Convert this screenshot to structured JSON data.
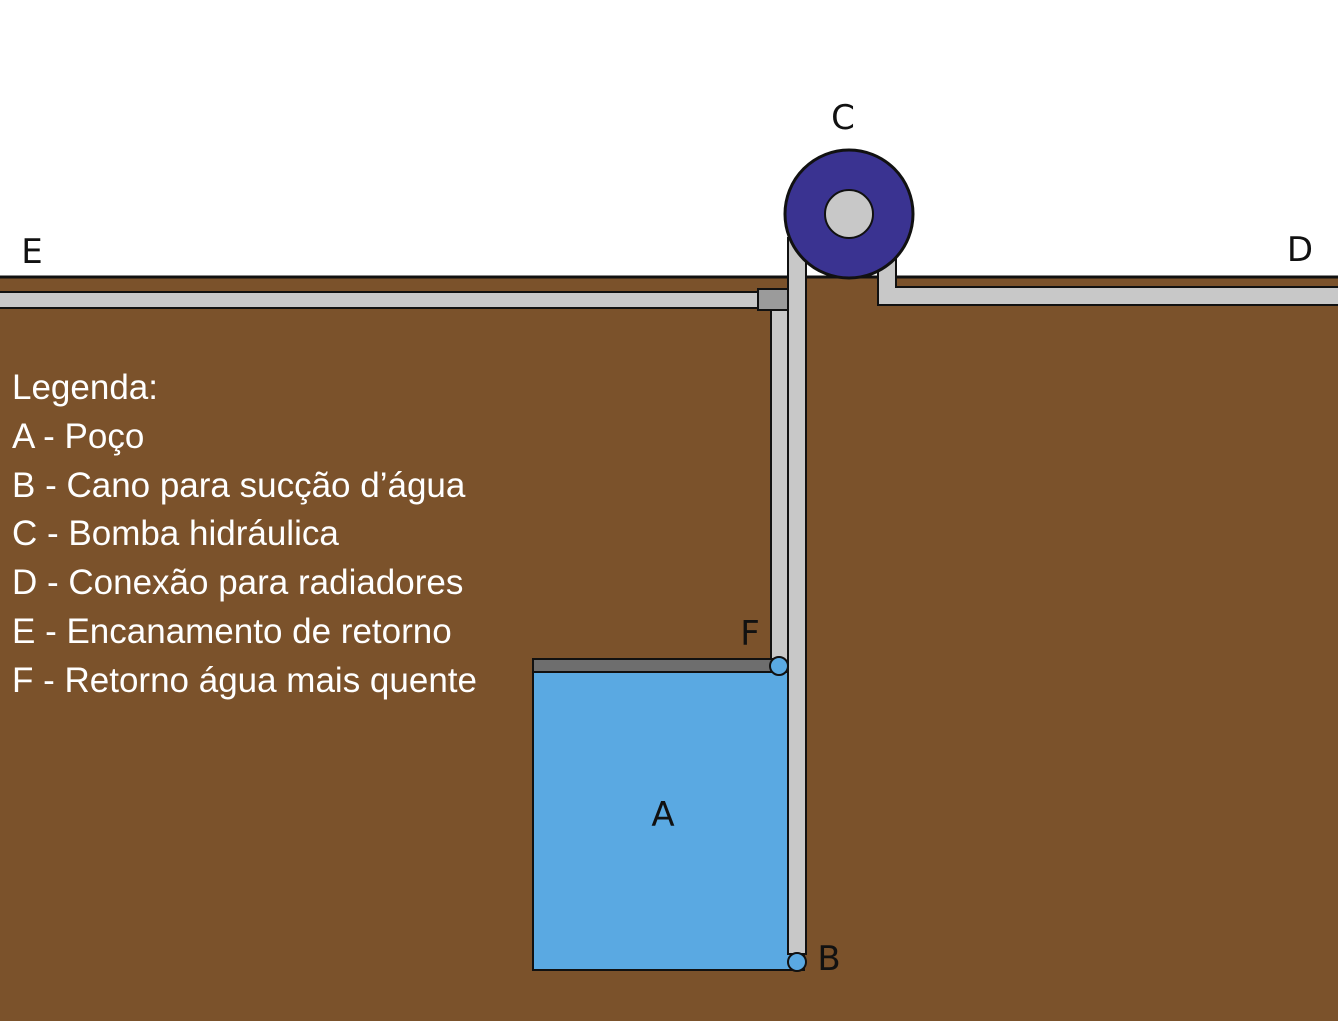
{
  "labels": {
    "a": "A",
    "b": "B",
    "c": "C",
    "d": "D",
    "e": "E",
    "f": "F"
  },
  "legend": {
    "title": "Legenda:",
    "items": [
      "A - Poço",
      "B - Cano para sucção d’água",
      "C - Bomba hidráulica",
      "D - Conexão para radiadores",
      "E - Encanamento de retorno",
      "F - Retorno água mais quente"
    ]
  },
  "colors": {
    "soil": "#7b522b",
    "sky": "#ffffff",
    "water": "#5aa9e2",
    "pipe": "#c8c8c8",
    "pump": "#3a3391",
    "connector": "#9b9b9b",
    "outline": "#111111"
  }
}
